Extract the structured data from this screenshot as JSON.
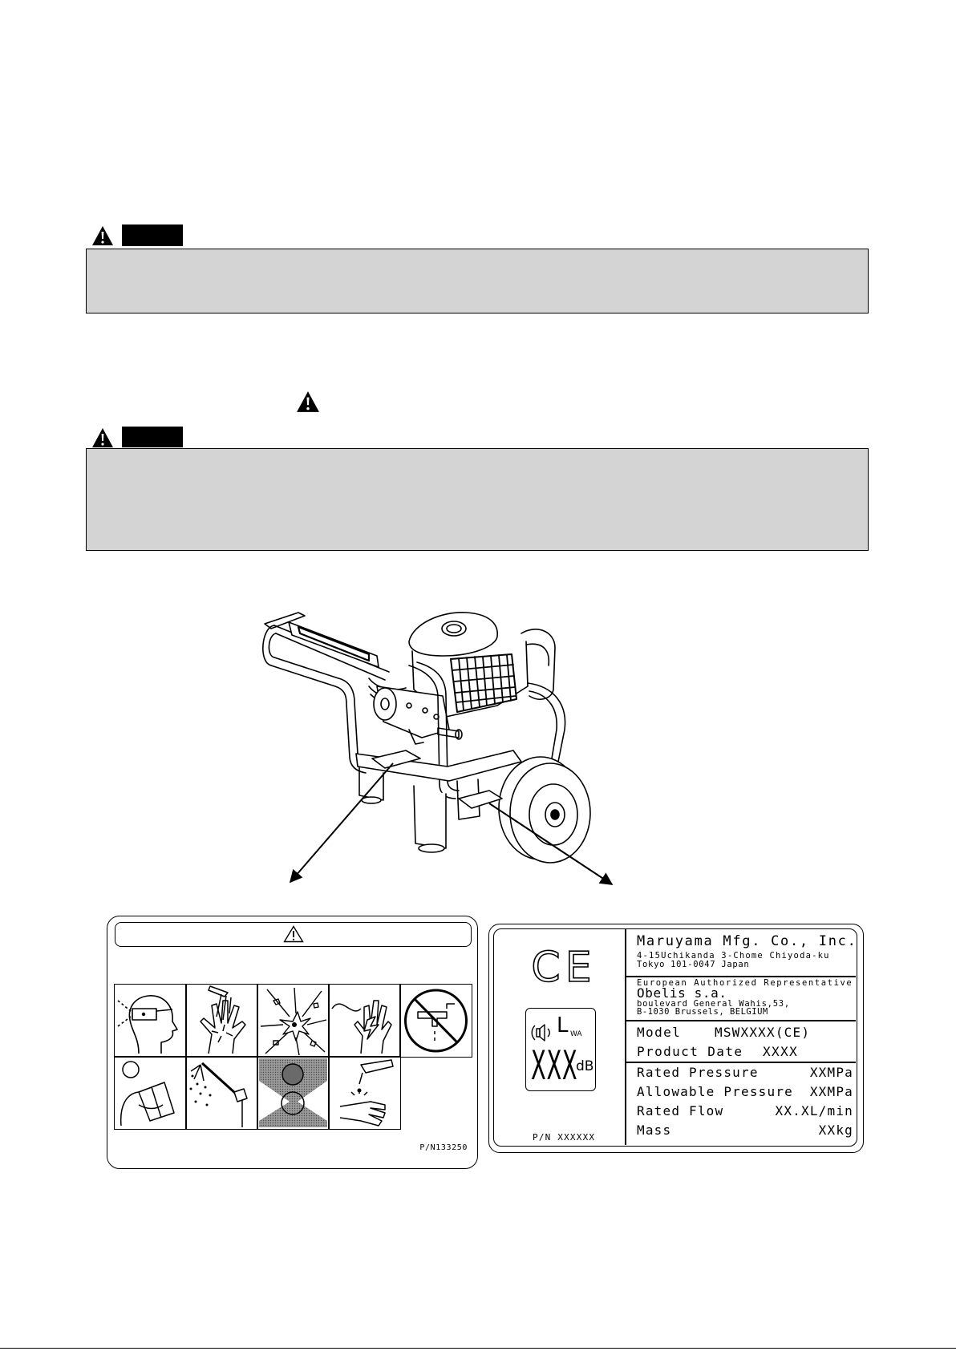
{
  "warnings": [
    {
      "icon": "warning-triangle-icon",
      "signal_word_box_color": "#000000",
      "message_box_color": "#d4d4d4"
    },
    {
      "icon": "warning-triangle-icon",
      "signal_word_box_color": "#000000",
      "message_box_color": "#d4d4d4"
    }
  ],
  "inline_symbol": {
    "icon": "warning-triangle-icon"
  },
  "illustration": {
    "subject": "pressure-washer",
    "callouts": [
      "safety-label",
      "nameplate"
    ]
  },
  "safety_label": {
    "header_icon": "warning-triangle-outline-icon",
    "pictograms": [
      "eye-protection-icon",
      "high-pressure-injection-icon",
      "explosion-icon",
      "electric-shock-icon",
      "no-water-tap-icon",
      "read-manual-icon",
      "spray-gun-icon",
      "keep-away-icon",
      "chemical-hand-icon"
    ],
    "part_number": "P/N133250"
  },
  "nameplate": {
    "ce_mark": "CE",
    "sound_power": {
      "symbol": "L",
      "subscript": "WA",
      "value": "XXX",
      "unit": "dB",
      "icon": "speaker-icon"
    },
    "part_number": "P/N XXXXXX",
    "manufacturer": {
      "name": "Maruyama Mfg. Co., Inc.",
      "address_1": "4-15Uchikanda 3-Chome Chiyoda-ku",
      "address_2": "Tokyo 101-0047 Japan"
    },
    "representative": {
      "heading": "European Authorized Representative",
      "name": "Obelis s.a.",
      "address_1": "boulevard General Wahis,53,",
      "address_2": "B-1030 Brussels, BELGIUM"
    },
    "model": {
      "label": "Model",
      "value": "MSWXXXX(CE)"
    },
    "product_date": {
      "label": "Product Date",
      "value": "XXXX"
    },
    "specs": [
      {
        "label": "Rated Pressure",
        "value": "XXMPa"
      },
      {
        "label": "Allowable Pressure",
        "value": "XXMPa"
      },
      {
        "label": "Rated Flow",
        "value": "XX.XL/min"
      },
      {
        "label": "Mass",
        "value": "XXkg"
      }
    ]
  }
}
